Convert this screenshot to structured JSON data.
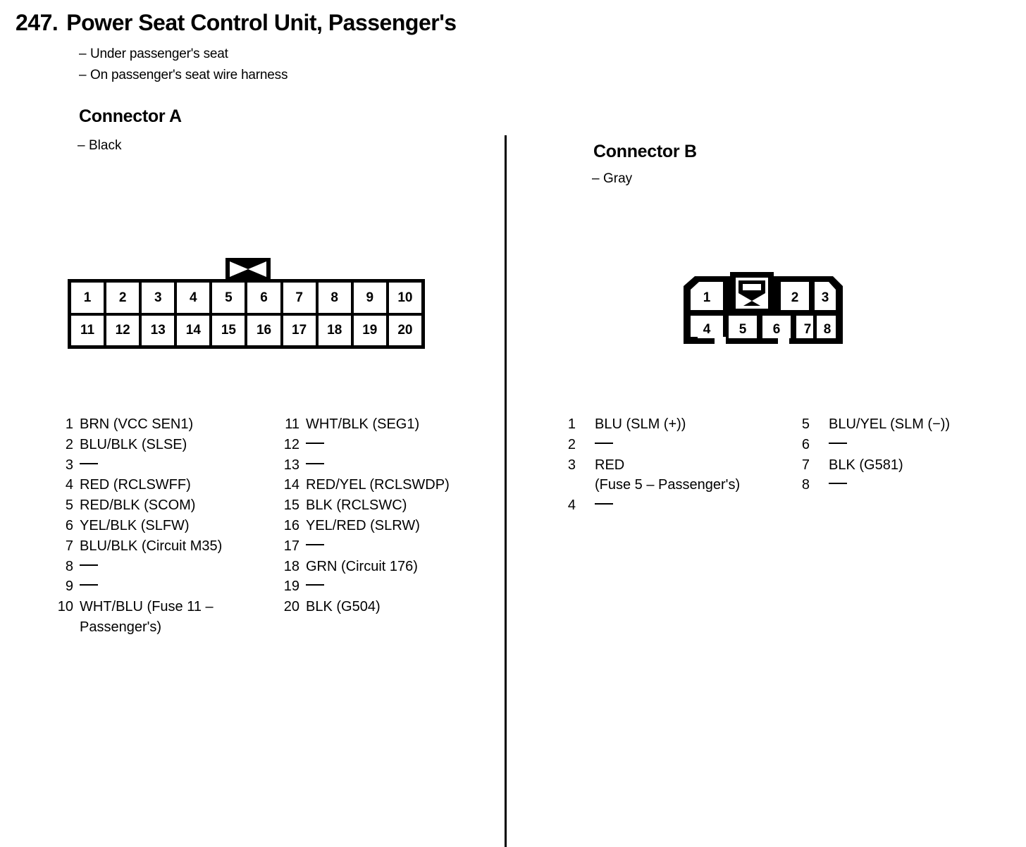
{
  "header": {
    "number": "247.",
    "title": "Power Seat Control Unit, Passenger's",
    "notes": [
      "Under passenger's seat",
      "On passenger's seat wire harness"
    ]
  },
  "connector_a": {
    "heading": "Connector A",
    "color_note": "Black",
    "pin_grid": {
      "top_row": [
        "1",
        "2",
        "3",
        "4",
        "5",
        "6",
        "7",
        "8",
        "9",
        "10"
      ],
      "bottom_row": [
        "11",
        "12",
        "13",
        "14",
        "15",
        "16",
        "17",
        "18",
        "19",
        "20"
      ]
    },
    "pins_left": [
      {
        "num": "1",
        "desc": "BRN (VCC SEN1)"
      },
      {
        "num": "2",
        "desc": "BLU/BLK (SLSE)"
      },
      {
        "num": "3",
        "desc": ""
      },
      {
        "num": "4",
        "desc": "RED (RCLSWFF)"
      },
      {
        "num": "5",
        "desc": "RED/BLK (SCOM)"
      },
      {
        "num": "6",
        "desc": "YEL/BLK (SLFW)"
      },
      {
        "num": "7",
        "desc": "BLU/BLK (Circuit M35)"
      },
      {
        "num": "8",
        "desc": ""
      },
      {
        "num": "9",
        "desc": ""
      },
      {
        "num": "10",
        "desc": "WHT/BLU (Fuse 11 –",
        "desc2": "Passenger's)"
      }
    ],
    "pins_right": [
      {
        "num": "11",
        "desc": "WHT/BLK (SEG1)"
      },
      {
        "num": "12",
        "desc": ""
      },
      {
        "num": "13",
        "desc": ""
      },
      {
        "num": "14",
        "desc": "RED/YEL (RCLSWDP)"
      },
      {
        "num": "15",
        "desc": "BLK (RCLSWC)"
      },
      {
        "num": "16",
        "desc": "YEL/RED (SLRW)"
      },
      {
        "num": "17",
        "desc": ""
      },
      {
        "num": "18",
        "desc": "GRN (Circuit 176)"
      },
      {
        "num": "19",
        "desc": ""
      },
      {
        "num": "20",
        "desc": "BLK (G504)"
      }
    ]
  },
  "connector_b": {
    "heading": "Connector B",
    "color_note": "Gray",
    "pin_grid": {
      "top_row": [
        "1",
        "2",
        "3"
      ],
      "bottom_row": [
        "4",
        "5",
        "6",
        "7",
        "8"
      ]
    },
    "pins_left": [
      {
        "num": "1",
        "desc": "BLU (SLM (+))"
      },
      {
        "num": "2",
        "desc": ""
      },
      {
        "num": "3",
        "desc": "RED",
        "desc2": "(Fuse 5 – Passenger's)"
      },
      {
        "num": "4",
        "desc": ""
      }
    ],
    "pins_right": [
      {
        "num": "5",
        "desc": "BLU/YEL (SLM (−))"
      },
      {
        "num": "6",
        "desc": ""
      },
      {
        "num": "7",
        "desc": "BLK (G581)"
      },
      {
        "num": "8",
        "desc": ""
      }
    ]
  },
  "colors": {
    "ink": "#000000",
    "paper": "#ffffff"
  }
}
